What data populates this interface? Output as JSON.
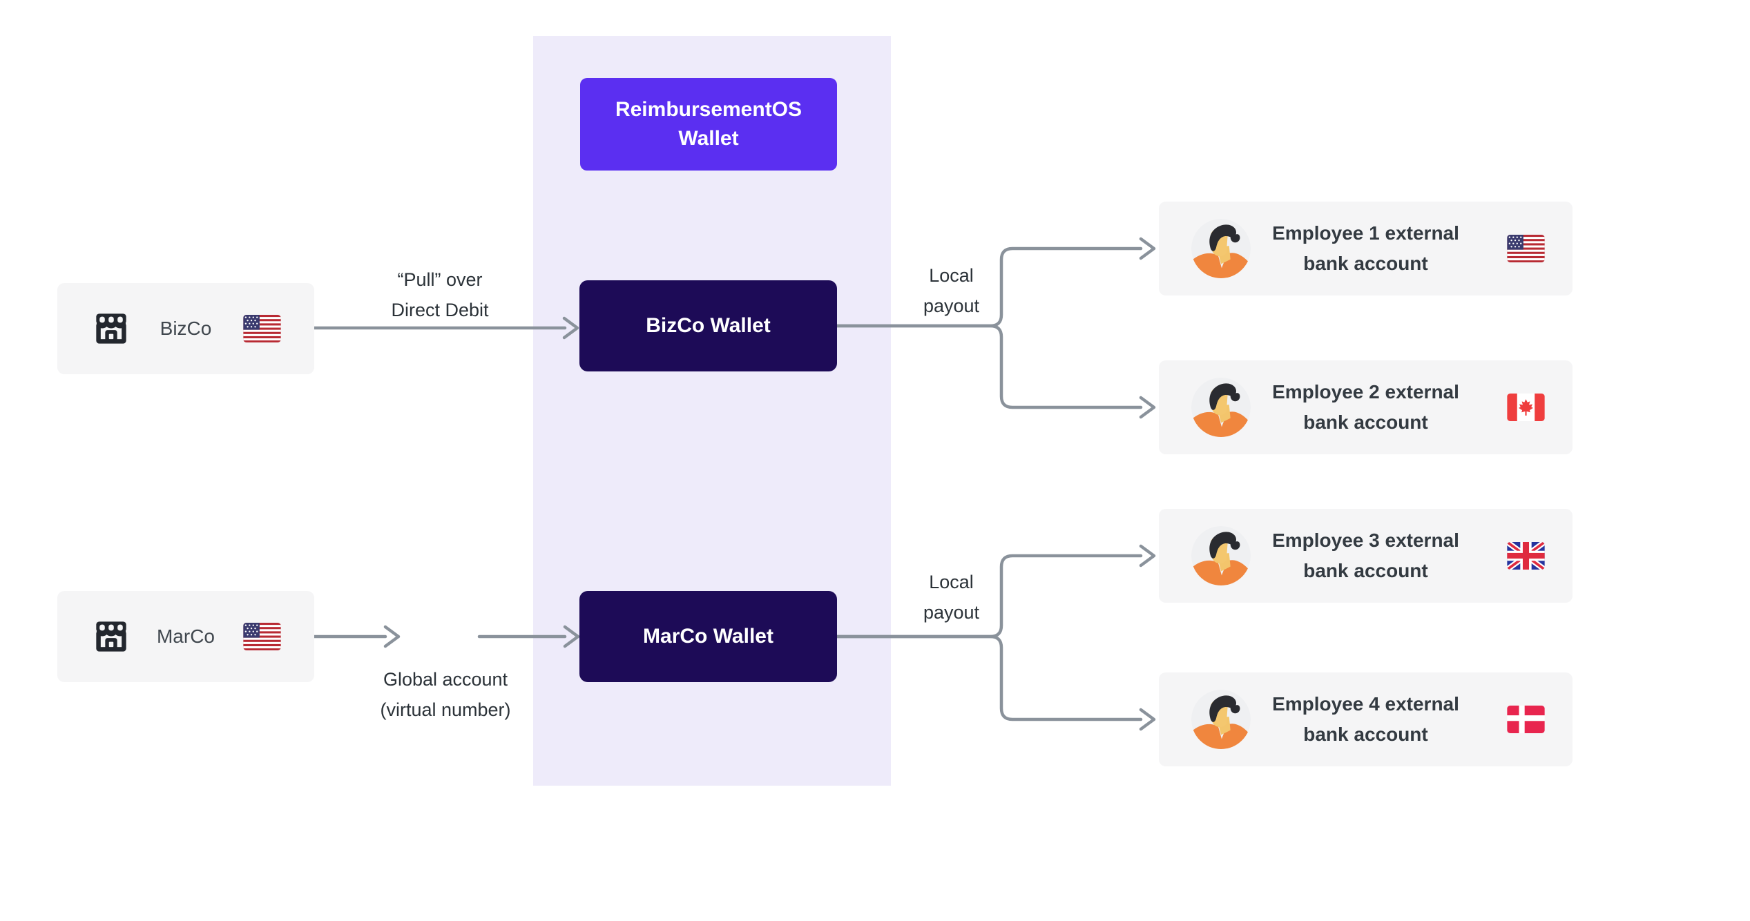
{
  "colors": {
    "page_bg": "#FFFFFF",
    "panel_bg": "#EEEBFA",
    "accent_purple": "#5B2FF1",
    "wallet_dark": "#1D0B57",
    "card_bg": "#F5F5F6",
    "arrow_gray": "#8A929B",
    "annotation_text": "#2B3238",
    "label_text": "#333A41",
    "avatar_shirt": "#F0863E",
    "avatar_skin": "#F3C56C",
    "avatar_hair": "#2A2B30"
  },
  "platform": {
    "label": "ReimbursementOS\nWallet"
  },
  "companies": [
    {
      "name": "BizCo",
      "icon": "storefront-icon",
      "flag_icon": "us-flag-icon"
    },
    {
      "name": "MarCo",
      "icon": "storefront-icon",
      "flag_icon": "us-flag-icon"
    }
  ],
  "wallets": [
    {
      "label": "BizCo Wallet"
    },
    {
      "label": "MarCo Wallet"
    }
  ],
  "employees": [
    {
      "label": "Employee 1 external\nbank account",
      "avatar_icon": "person-avatar-icon",
      "flag_icon": "us-flag-icon"
    },
    {
      "label": "Employee 2 external\nbank account",
      "avatar_icon": "person-avatar-icon",
      "flag_icon": "canada-flag-icon"
    },
    {
      "label": "Employee 3 external\nbank account",
      "avatar_icon": "person-avatar-icon",
      "flag_icon": "uk-flag-icon"
    },
    {
      "label": "Employee 4 external\nbank account",
      "avatar_icon": "person-avatar-icon",
      "flag_icon": "denmark-flag-icon"
    }
  ],
  "annotations": {
    "pull": "“Pull” over\nDirect Debit",
    "global_account": "Global account\n(virtual number)",
    "local_payout_top": "Local\npayout",
    "local_payout_bottom": "Local\npayout"
  }
}
